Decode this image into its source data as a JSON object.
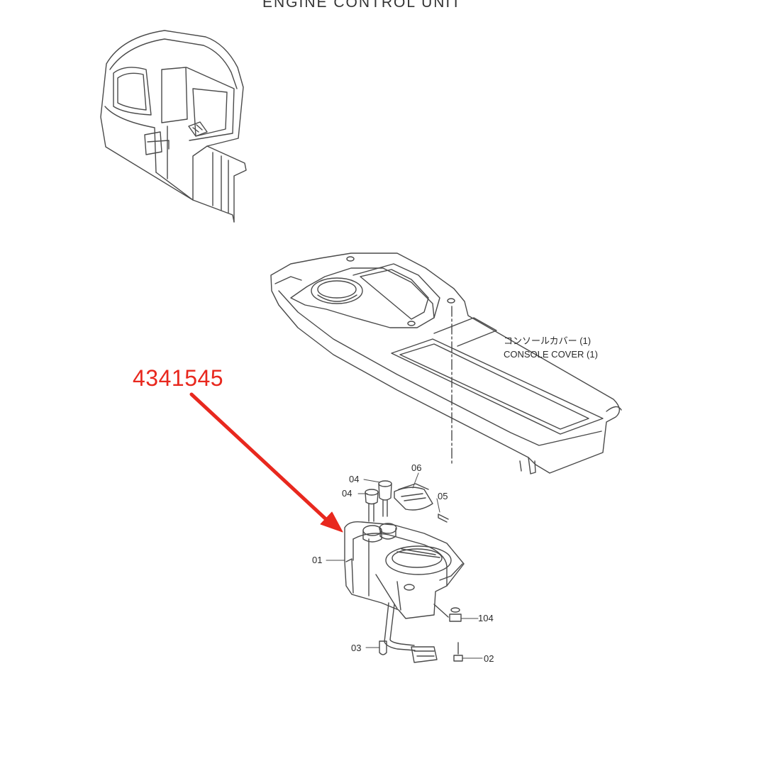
{
  "title": "ENGINE  CONTROL  UNIT",
  "console_cover": {
    "label_jp": "コンソールカバー  (1)",
    "label_en": "CONSOLE COVER  (1)"
  },
  "part_number": "4341545",
  "callouts": [
    "01",
    "02",
    "03",
    "04",
    "04",
    "05",
    "06",
    "104"
  ],
  "colors": {
    "line": "#4a4a4a",
    "highlight": "#e8281e"
  }
}
